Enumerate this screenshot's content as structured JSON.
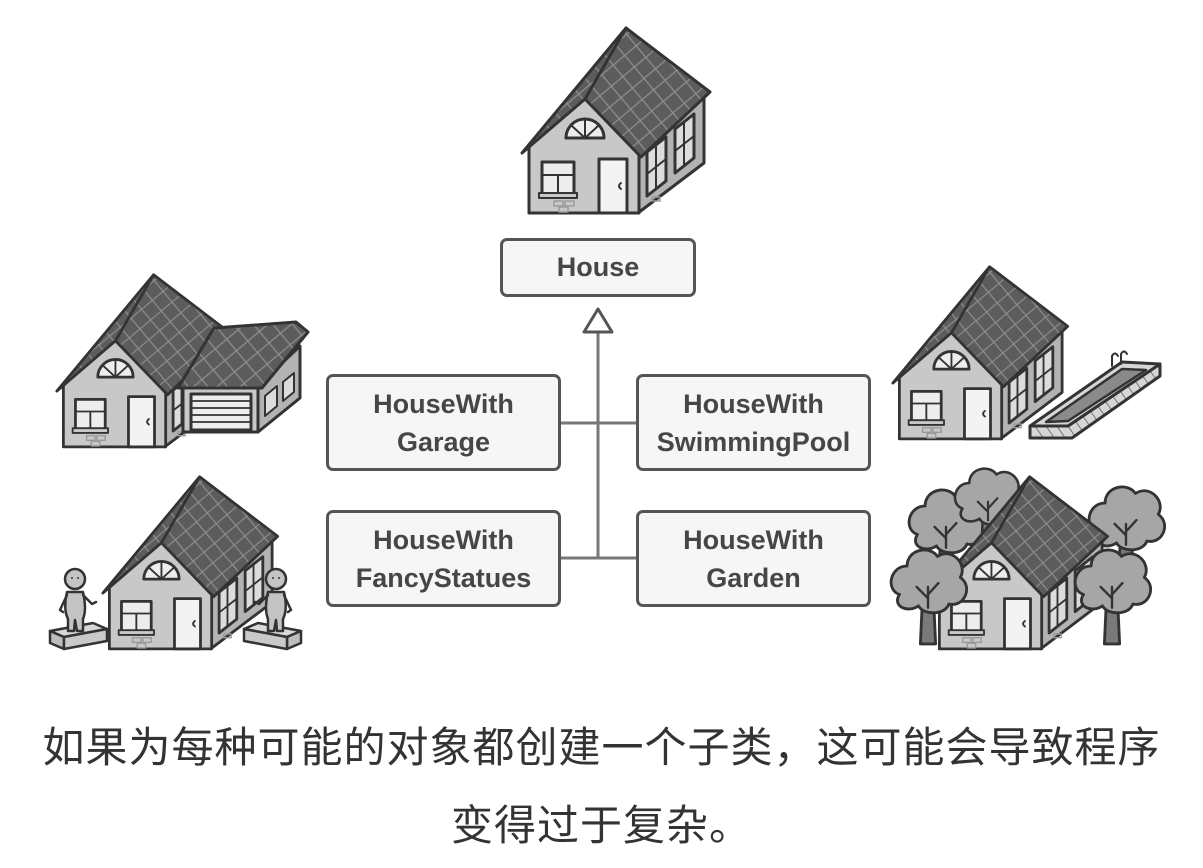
{
  "diagram": {
    "parent_class": "House",
    "subclasses": [
      {
        "line1": "HouseWith",
        "line2": "Garage"
      },
      {
        "line1": "HouseWith",
        "line2": "SwimmingPool"
      },
      {
        "line1": "HouseWith",
        "line2": "FancyStatues"
      },
      {
        "line1": "HouseWith",
        "line2": "Garden"
      }
    ]
  },
  "illustrations": {
    "top": "house-icon",
    "top_left": "house-with-garage-icon",
    "top_right": "house-with-swimming-pool-icon",
    "bottom_left": "house-with-fancy-statues-icon",
    "bottom_right": "house-with-garden-icon"
  },
  "caption": {
    "line1": "如果为每种可能的对象都创建一个子类，这可能会导致程序",
    "line2": "变得过于复杂。"
  },
  "colors": {
    "box_border": "#555555",
    "box_fill": "#f6f6f6",
    "box_text": "#464646",
    "connector": "#777777",
    "roof": "#5c5c5c",
    "wall": "#c8c8c8"
  }
}
